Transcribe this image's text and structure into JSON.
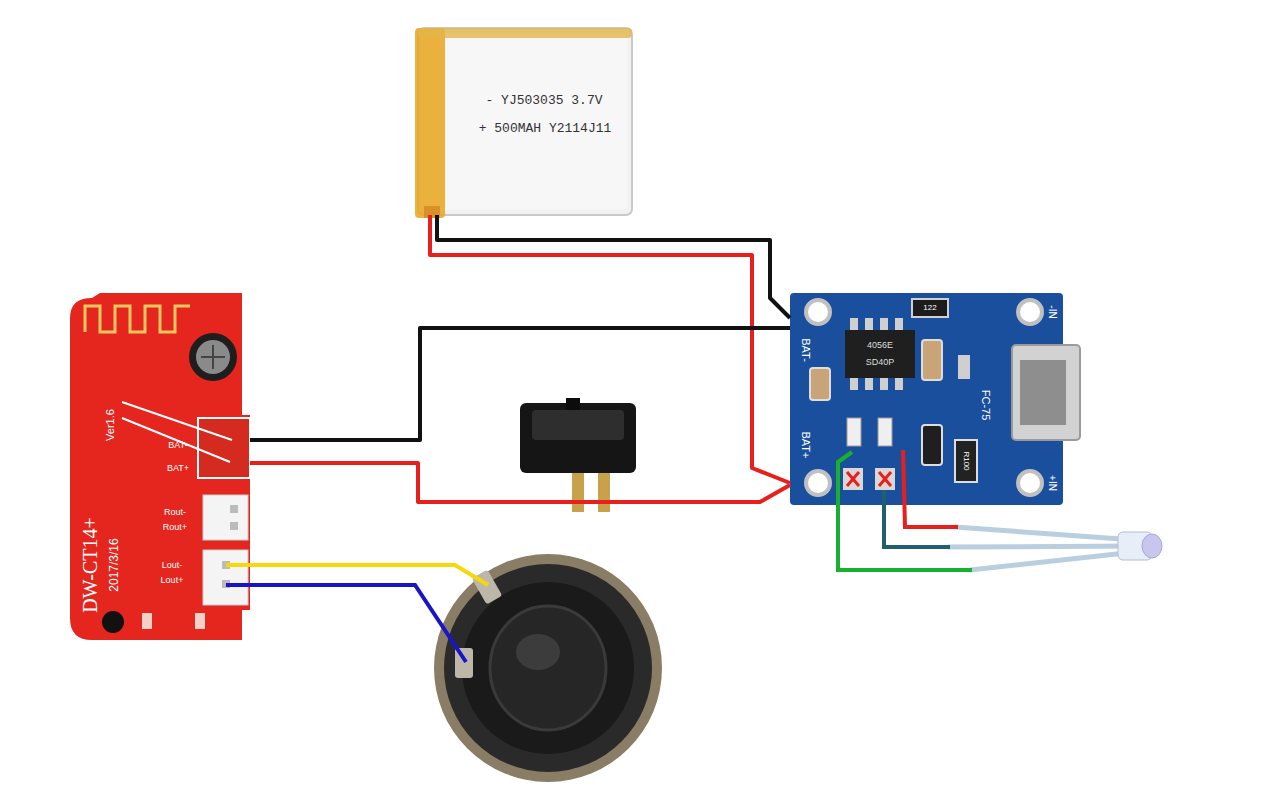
{
  "diagram": {
    "nodes": [
      {
        "text": [
          "- YJ503035 3.7V",
          "+ 500MAH Y2114J11"
        ]
      },
      {
        "text": [
          "DW-CT14+",
          "Ver1.6",
          "2017/3/16",
          "BAT-",
          "BAT+",
          "Rout-",
          "Rout+",
          "Lout-",
          "Lout+"
        ]
      },
      {
        "text": [
          "BAT-",
          "BAT+",
          "-IN",
          "+IN",
          "FC-75",
          "4056E",
          "SD40P",
          "122",
          "R100"
        ]
      }
    ],
    "edges": [
      {
        "from": 0,
        "to": 2,
        "arrow": "none"
      },
      {
        "from": 0,
        "to": 2,
        "arrow": "none"
      },
      {
        "from": 1,
        "to": 2,
        "arrow": "none"
      },
      {
        "from": 1,
        "to": 2,
        "arrow": "none"
      }
    ]
  }
}
